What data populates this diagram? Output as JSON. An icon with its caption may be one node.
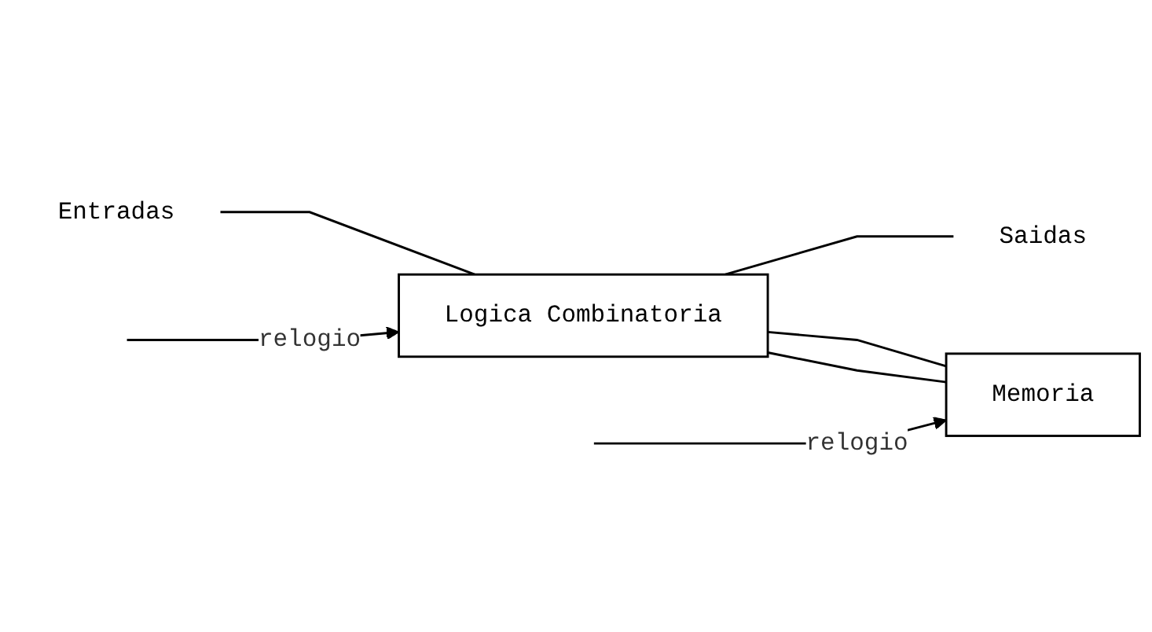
{
  "diagram": {
    "nodes": [
      {
        "text": [
          "Entradas"
        ]
      },
      {
        "text": [
          "Logica Combinatoria"
        ]
      },
      {
        "text": [
          "Saidas"
        ]
      },
      {
        "text": [
          "Memoria"
        ]
      }
    ],
    "edges": [
      {
        "from": 0,
        "to": 1,
        "arrow": "none"
      },
      {
        "from": 1,
        "to": 2,
        "arrow": "none"
      },
      {
        "from": 1,
        "to": 3,
        "arrow": "none"
      },
      {
        "from": 3,
        "to": 1,
        "arrow": "none"
      },
      {
        "from": null,
        "to": 1,
        "arrow": "to",
        "label": "relogio"
      },
      {
        "from": null,
        "to": 3,
        "arrow": "to",
        "label": "relogio"
      }
    ]
  }
}
